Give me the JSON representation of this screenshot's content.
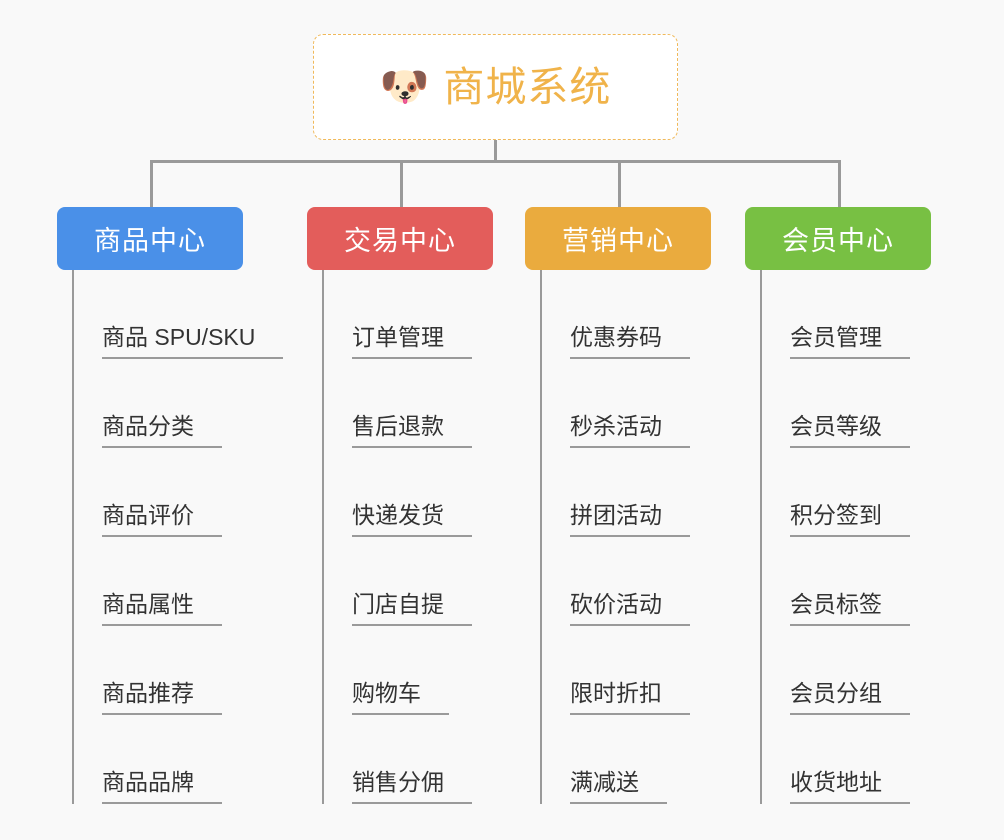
{
  "root": {
    "icon": "dog-face-icon",
    "emoji": "🐶",
    "title": "商城系统",
    "color": "#f0b34a",
    "border_color": "#f0b95a"
  },
  "connector_color": "#9a9a9a",
  "background": "#f9f9f9",
  "branches": [
    {
      "label": "商品中心",
      "color": "#4a90e8",
      "items": [
        "商品 SPU/SKU",
        "商品分类",
        "商品评价",
        "商品属性",
        "商品推荐",
        "商品品牌"
      ]
    },
    {
      "label": "交易中心",
      "color": "#e35d5b",
      "items": [
        "订单管理",
        "售后退款",
        "快递发货",
        "门店自提",
        "购物车",
        "销售分佣"
      ]
    },
    {
      "label": "营销中心",
      "color": "#eaab3e",
      "items": [
        "优惠券码",
        "秒杀活动",
        "拼团活动",
        "砍价活动",
        "限时折扣",
        "满减送"
      ]
    },
    {
      "label": "会员中心",
      "color": "#78c043",
      "items": [
        "会员管理",
        "会员等级",
        "积分签到",
        "会员标签",
        "会员分组",
        "收货地址"
      ]
    }
  ]
}
